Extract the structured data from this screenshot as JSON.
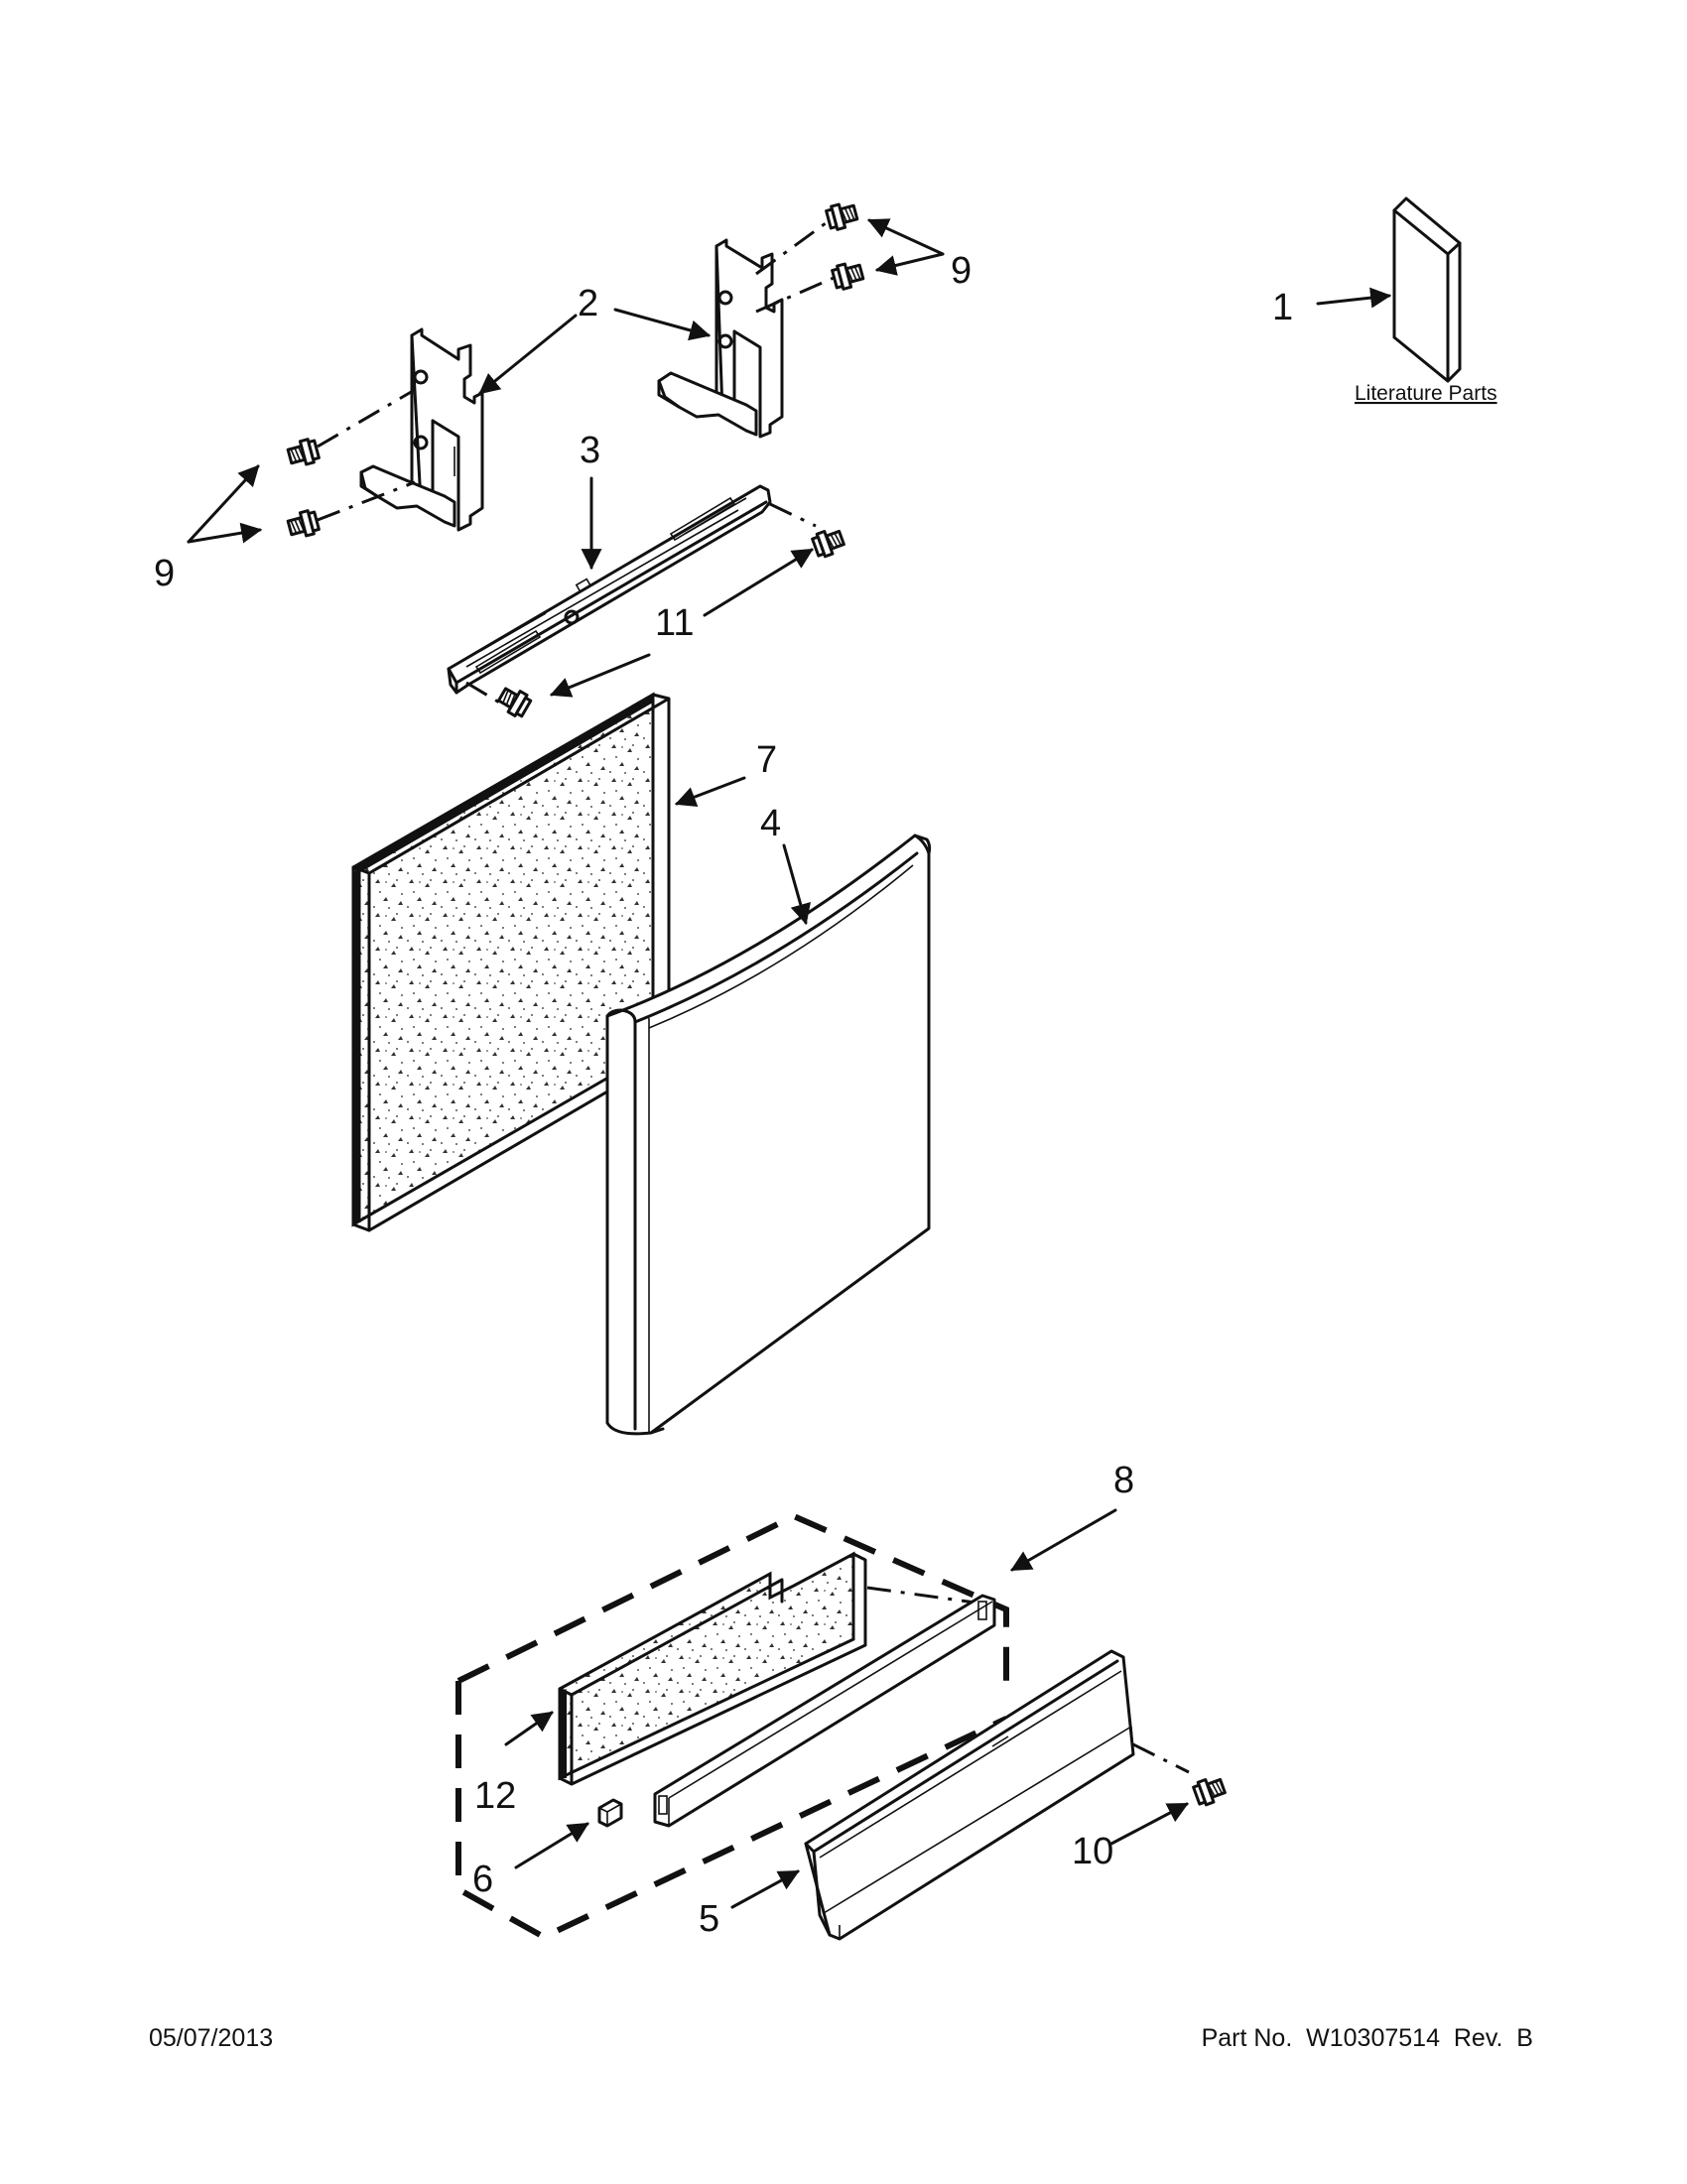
{
  "diagram": {
    "callouts": {
      "c1": "1",
      "c2": "2",
      "c3": "3",
      "c4": "4",
      "c5": "5",
      "c6": "6",
      "c7": "7",
      "c8": "8",
      "c9a": "9",
      "c9b": "9",
      "c10": "10",
      "c11": "11",
      "c12": "12"
    },
    "literature_label": "Literature Parts"
  },
  "footer": {
    "date": "05/07/2013",
    "part_number": "Part No.  W10307514  Rev.  B"
  }
}
